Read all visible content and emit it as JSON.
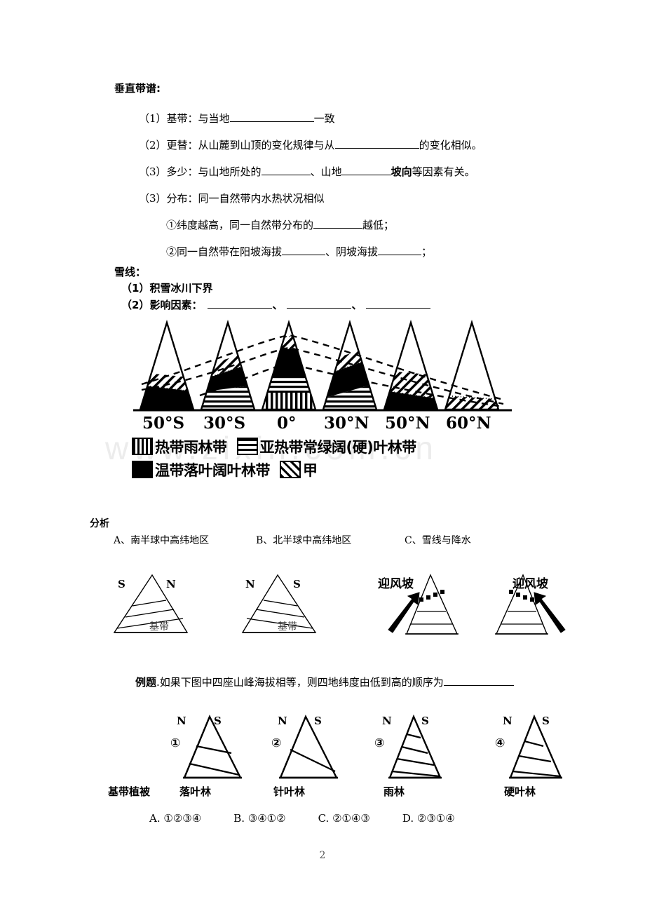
{
  "document": {
    "page_number": "2",
    "watermark": "www.zixin.com.cn"
  },
  "section_vertical_zones": {
    "heading": "垂直带谱:",
    "items": [
      {
        "marker": "（1）基带：",
        "text_before": "与当地",
        "blank_width": 120,
        "text_after": "一致"
      },
      {
        "marker": "（2）更替：",
        "text_before": "从山麓到山顶的变化规律与从",
        "blank_width": 120,
        "text_after": "的变化相似。"
      },
      {
        "marker": "（3）多少：",
        "text_before": "与山地所处的",
        "blank_width": 70,
        "text_mid": "、山地",
        "blank2_width": 70,
        "bold_word": "坡向",
        "text_after": "等因素有关。"
      },
      {
        "marker": "（3）分布：",
        "text_before": "同一自然带内水热状况相似"
      }
    ],
    "sub_items": [
      {
        "marker": "①",
        "text_before": "纬度越高，同一自然带分布的",
        "blank_width": 70,
        "text_after": "越低；"
      },
      {
        "marker": "②",
        "text_before": "同一自然带在阳坡海拔",
        "blank_width": 62,
        "text_mid": "、阴坡海拔",
        "blank2_width": 62,
        "text_after": "；"
      }
    ]
  },
  "section_snowline": {
    "heading": "雪线：",
    "items": [
      {
        "marker": "（1）",
        "text": "积雪冰川下界"
      },
      {
        "marker": "（2）",
        "text": "影响因素：",
        "blanks": 3,
        "separator": "、"
      }
    ]
  },
  "main_figure": {
    "axis_labels": [
      "50°S",
      "30°S",
      "0°",
      "30°N",
      "50°N",
      "60°N"
    ],
    "legend": [
      {
        "pattern": "vertical-stripes",
        "label": "热带雨林带"
      },
      {
        "pattern": "horizontal-stripes",
        "label": "亚热带常绿阔(硬)叶林带"
      },
      {
        "pattern": "solid-black",
        "label": "温带落叶阔叶林带"
      },
      {
        "pattern": "diagonal-hatch",
        "label": "甲"
      }
    ],
    "peaks": [
      {
        "axis": "50°S",
        "bands": [
          "diagonal-hatch",
          "solid-black"
        ]
      },
      {
        "axis": "30°S",
        "bands": [
          "diagonal-hatch",
          "solid-black",
          "horizontal-stripes"
        ]
      },
      {
        "axis": "0°",
        "bands": [
          "diagonal-hatch",
          "solid-black",
          "horizontal-stripes",
          "vertical-stripes"
        ]
      },
      {
        "axis": "30°N",
        "bands": [
          "diagonal-hatch",
          "solid-black",
          "horizontal-stripes"
        ]
      },
      {
        "axis": "50°N",
        "bands": [
          "diagonal-hatch",
          "solid-black"
        ]
      },
      {
        "axis": "60°N",
        "bands": [
          "diagonal-hatch"
        ]
      }
    ]
  },
  "analysis": {
    "heading": "分析",
    "items": [
      {
        "label": "A、南半球中高纬地区"
      },
      {
        "label": "B、北半球中高纬地区"
      },
      {
        "label": "C、雪线与降水"
      }
    ],
    "diagrams": [
      {
        "left_label": "S",
        "right_label": "N",
        "base_label": "基带",
        "internal_lines": 3
      },
      {
        "left_label": "N",
        "right_label": "S",
        "base_label": "基带",
        "internal_lines": 3
      },
      {
        "wind_label": "迎风坡",
        "wind_side": "left",
        "internal_lines": 2
      },
      {
        "wind_label": "迎风坡",
        "wind_side": "right",
        "internal_lines": 2
      }
    ]
  },
  "example": {
    "label": "例题",
    "punct": ".",
    "text": "如果下图中四座山峰海拔相等，则四地纬度由低到高的顺序为",
    "blank_width": 100,
    "base_vegetation_label": "基带植被",
    "diagrams": [
      {
        "number": "①",
        "left_label": "N",
        "right_label": "S",
        "caption": "落叶林",
        "internal_lines": 2
      },
      {
        "number": "②",
        "left_label": "N",
        "right_label": "S",
        "caption": "针叶林",
        "internal_lines": 1
      },
      {
        "number": "③",
        "left_label": "N",
        "right_label": "S",
        "caption": "雨林",
        "internal_lines": 4
      },
      {
        "number": "④",
        "left_label": "N",
        "right_label": "S",
        "caption": "硬叶林",
        "internal_lines": 3
      }
    ],
    "options": [
      {
        "letter": "A.",
        "value": "①②③④"
      },
      {
        "letter": "B.",
        "value": "③④①②"
      },
      {
        "letter": "C.",
        "value": "②①④③"
      },
      {
        "letter": "D.",
        "value": "②③①④"
      }
    ]
  }
}
